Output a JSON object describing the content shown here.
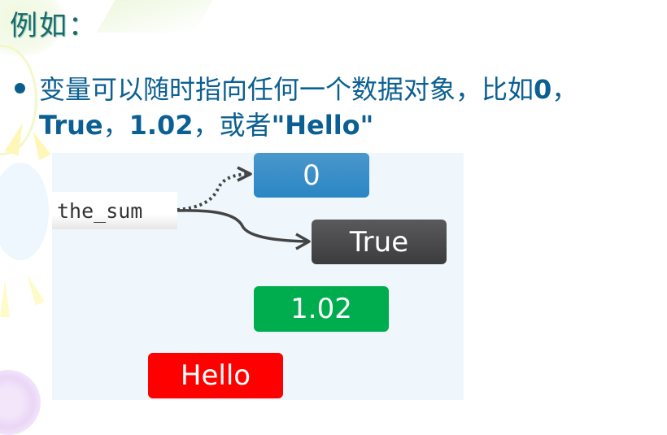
{
  "slide": {
    "title": "例如：",
    "bullet": {
      "text_cn": "变量可以随时指向任何一个数据对象，比如",
      "v0": "0",
      "sep1": "，",
      "v1": "True",
      "sep2": "，",
      "v2": "1.02",
      "sep3": "，或者",
      "v3": "\"Hello\""
    }
  },
  "diagram": {
    "variable": "the_sum",
    "values": [
      {
        "label": "0",
        "color": "#2a86c4",
        "arrow": "dotted"
      },
      {
        "label": "True",
        "color": "#3c3c3e",
        "arrow": "solid"
      },
      {
        "label": "1.02",
        "color": "#00ad4e",
        "arrow": "none"
      },
      {
        "label": "Hello",
        "color": "#ff0000",
        "arrow": "none"
      }
    ]
  }
}
